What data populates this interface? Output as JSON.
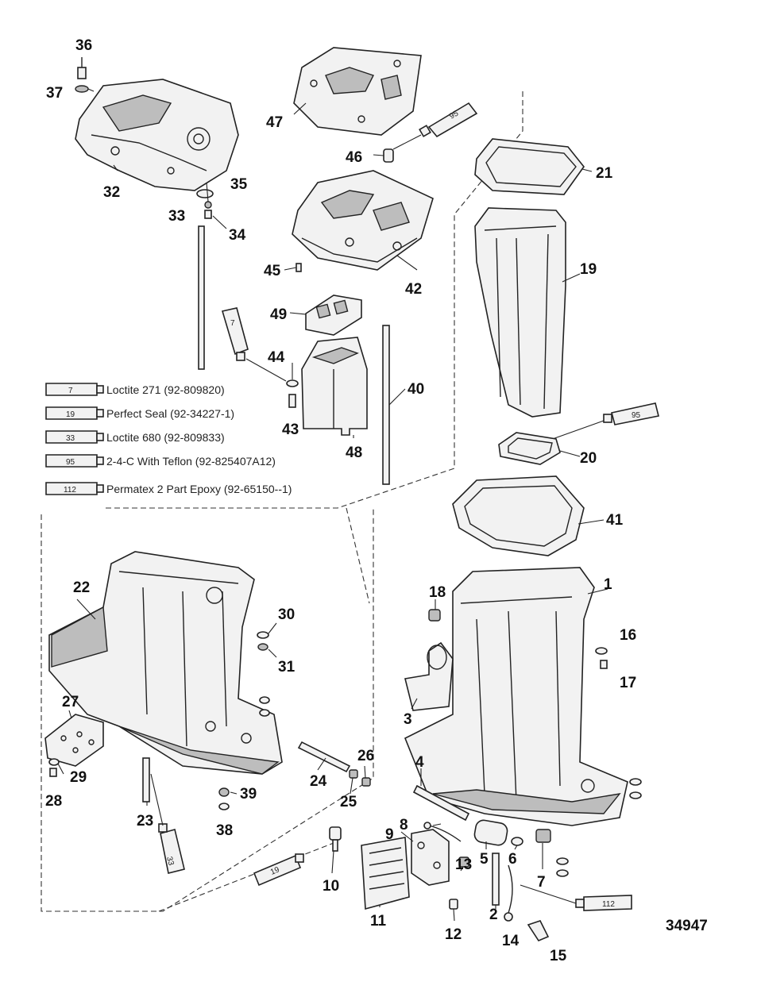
{
  "diagram_number": "34947",
  "callouts": [
    "1",
    "2",
    "3",
    "4",
    "5",
    "6",
    "7",
    "8",
    "9",
    "10",
    "11",
    "12",
    "13",
    "14",
    "15",
    "16",
    "17",
    "18",
    "19",
    "20",
    "21",
    "22",
    "23",
    "24",
    "25",
    "26",
    "27",
    "28",
    "29",
    "30",
    "31",
    "32",
    "33",
    "34",
    "35",
    "36",
    "37",
    "38",
    "39",
    "40",
    "41",
    "42",
    "43",
    "44",
    "45",
    "46",
    "47",
    "48",
    "49"
  ],
  "tube_labels": {
    "t7": "7",
    "t19": "19",
    "t33": "33",
    "t95": "95",
    "t112": "112"
  },
  "legend": [
    {
      "tube": "7",
      "text": "Loctite 271 (92-809820)"
    },
    {
      "tube": "19",
      "text": "Perfect Seal (92-34227-1)"
    },
    {
      "tube": "33",
      "text": "Loctite 680 (92-809833)"
    },
    {
      "tube": "95",
      "text": "2-4-C With Teflon (92-825407A12)"
    },
    {
      "tube": "112",
      "text": "Permatex 2 Part Epoxy (92-65150--1)"
    }
  ]
}
